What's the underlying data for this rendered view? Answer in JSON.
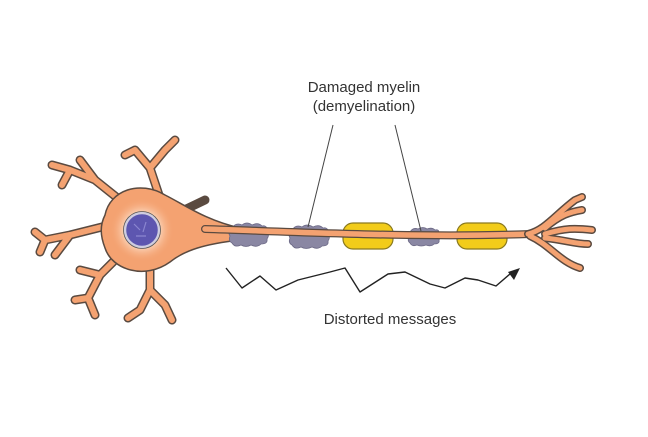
{
  "diagram": {
    "title": "Demyelinated neuron",
    "labels": {
      "damaged_myelin_line1": "Damaged myelin",
      "damaged_myelin_line2": "(demyelination)",
      "distorted_messages": "Distorted messages"
    },
    "parts": [
      "cell body",
      "nucleus",
      "dendrites",
      "axon",
      "damaged myelin segments",
      "intact myelin segments",
      "axon terminals",
      "signal path arrow"
    ],
    "colors": {
      "neuron": "#f4a271",
      "neuron_outline": "#5a4a40",
      "nucleus": "#5d56b0",
      "damaged_myelin": "#8a87a3",
      "healthy_myelin": "#f2cc1a",
      "healthy_myelin_outline": "#8a7a20",
      "line": "#222222"
    }
  }
}
